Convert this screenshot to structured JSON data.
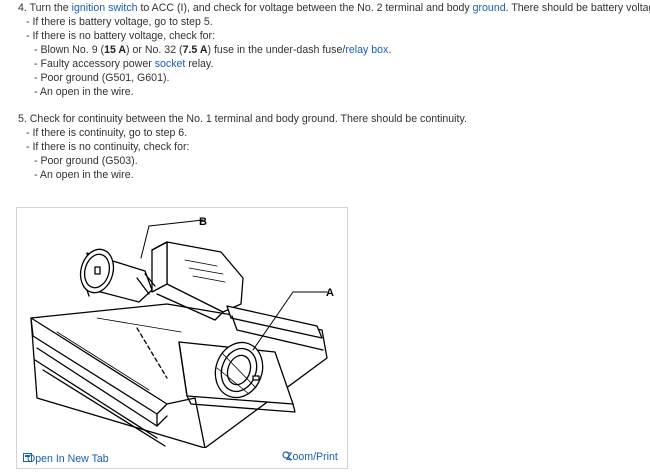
{
  "step4": {
    "text_a": "4. Turn the ",
    "link_ignition": "ignition switch",
    "text_b": " to ACC (I), and check for voltage between the No. 2 terminal and body ",
    "link_ground": "ground",
    "text_c": ". There should be battery voltage.",
    "sub1": "- If there is battery voltage, go to step 5.",
    "sub2": "- If there is no battery voltage, check for:",
    "item1_a": "- Blown No. 9 (",
    "item1_b": "15 A",
    "item1_c": ") or No. 32 (",
    "item1_d": "7.5 A",
    "item1_e": ") fuse in the under-dash fuse/",
    "item1_link": "relay box",
    "item1_f": ".",
    "item2_a": "- Faulty accessory power ",
    "item2_link": "socket",
    "item2_b": " relay.",
    "item3": "- Poor ground (G501, G601).",
    "item4": "- An open in the wire."
  },
  "step5": {
    "text": "5. Check for continuity between the No. 1 terminal and body ground. There should be continuity.",
    "sub1": "- If there is continuity, go to step 6.",
    "sub2": "- If there is no continuity, check for:",
    "item1": "- Poor ground (G503).",
    "item2": "- An open in the wire."
  },
  "figure": {
    "label_a": "A",
    "label_b": "B",
    "open_tab": "Open In New Tab",
    "zoom": "Zoom/Print"
  },
  "colors": {
    "link": "#1a5fb4",
    "text": "#333333",
    "border": "#d4d4d4"
  }
}
